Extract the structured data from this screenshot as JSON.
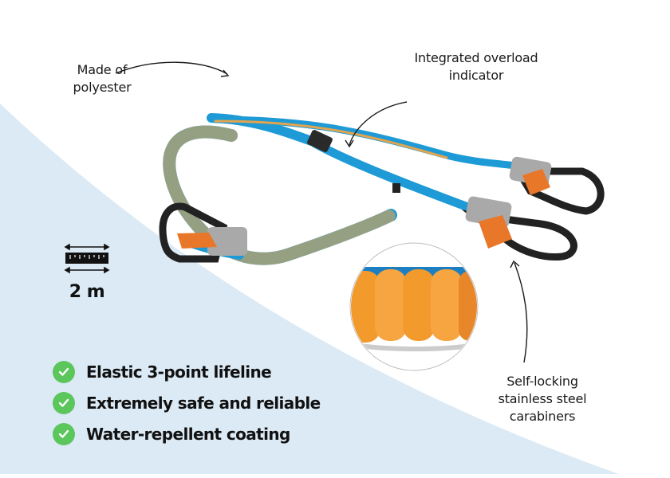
{
  "callouts": {
    "material": [
      "Made of",
      "polyester"
    ],
    "indicator": [
      "Integrated overload",
      "indicator"
    ],
    "carabiners": [
      "Self-locking",
      "stainless steel",
      "carabiners"
    ]
  },
  "length": {
    "icon": "ruler-with-arrows-icon",
    "value": "2 m"
  },
  "features": [
    {
      "icon": "check-circle-icon",
      "text": "Elastic 3-point lifeline"
    },
    {
      "icon": "check-circle-icon",
      "text": "Extremely safe and reliable"
    },
    {
      "icon": "check-circle-icon",
      "text": "Water-repellent coating"
    }
  ],
  "colors": {
    "background_blue": "#dbeaf5",
    "check_green": "#5bc65b",
    "webbing_blue": "#1e9ad6",
    "webbing_orange": "#f7a540",
    "carabiner_orange": "#e8772a",
    "carabiner_black": "#222222"
  }
}
